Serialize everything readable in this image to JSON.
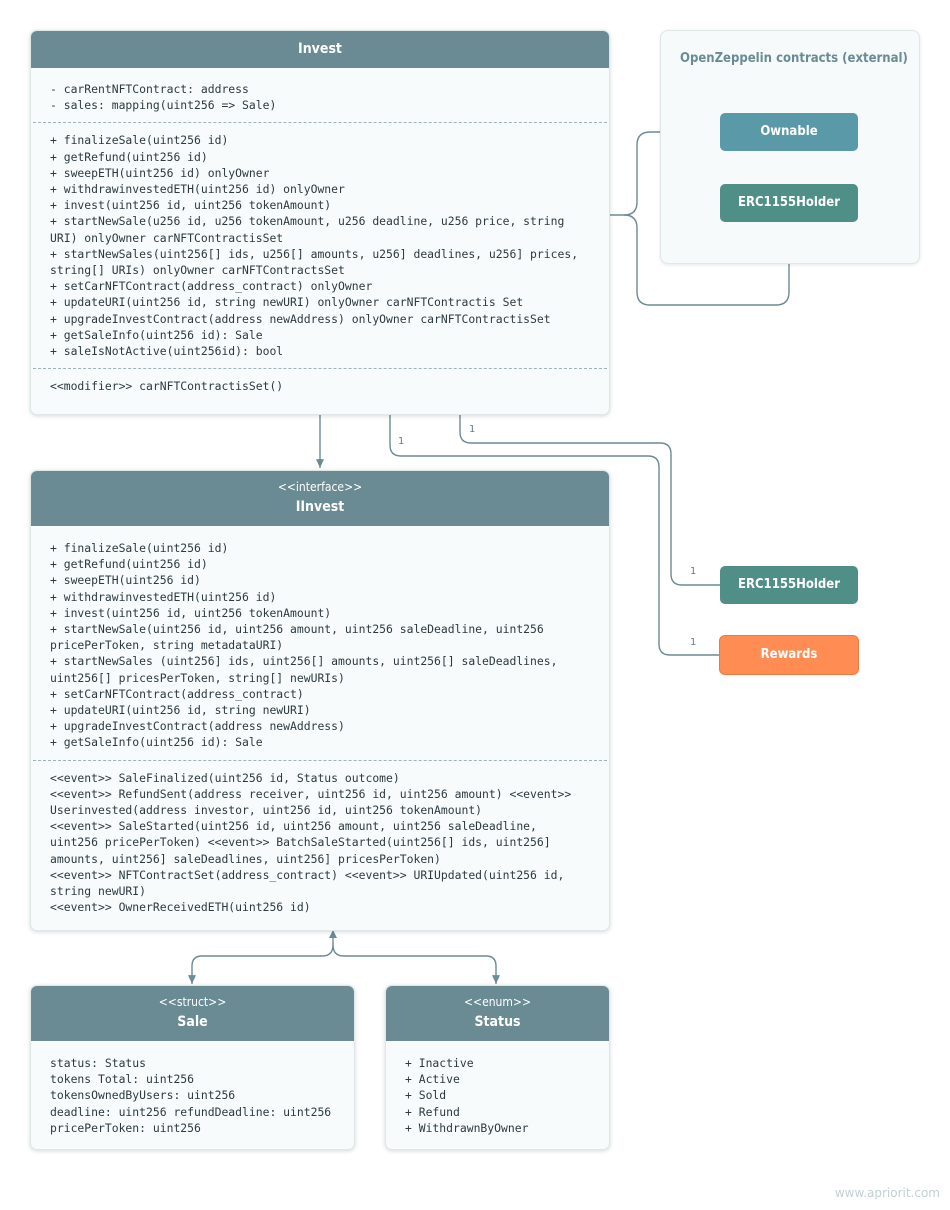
{
  "invest": {
    "name": "Invest",
    "attributes": [
      "- carRentNFTContract: address",
      "- sales: mapping(uint256 => Sale)"
    ],
    "methods": [
      "+ finalizeSale(uint256 id)",
      "+ getRefund(uint256 id)",
      "+ sweepETH(uint256 id) onlyOwner",
      "+ withdrawinvestedETH(uint256 id) onlyOwner",
      "+ invest(uint256 id, uint256 tokenAmount)",
      "+ startNewSale(u256 id, u256 tokenAmount, u256 deadline, u256 price, string",
      "URI) onlyOwner carNFTContractisSet",
      "+ startNewSales(uint256[] ids, u256[] amounts, u256] deadlines, u256] prices,",
      "string[] URIs) onlyOwner carNFTContractsSet",
      "+ setCarNFTContract(address_contract) onlyOwner",
      "+ updateURI(uint256 id, string newURI) onlyOwner carNFTContractis Set",
      "+ upgradeInvestContract(address newAddress) onlyOwner carNFTContractisSet",
      "+ getSaleInfo(uint256 id): Sale",
      "+ saleIsNotActive(uint256id): bool"
    ],
    "modifiers": [
      "<<modifier>> carNFTContractisSet()"
    ]
  },
  "iinvest": {
    "stereotype": "<<interface>>",
    "name": "IInvest",
    "methods": [
      "+ finalizeSale(uint256 id)",
      "+ getRefund(uint256 id)",
      "+ sweepETH(uint256 id)",
      "+ withdrawinvestedETH(uint256 id)",
      "+ invest(uint256 id, uint256 tokenAmount)",
      "+ startNewSale(uint256 id, uint256 amount, uint256 saleDeadline, uint256",
      "pricePerToken, string metadataURI)",
      "+ startNewSales (uint256] ids, uint256[] amounts, uint256[] saleDeadlines,",
      "uint256[] pricesPerToken, string[] newURIs)",
      "+ setCarNFTContract(address_contract)",
      "+ updateURI(uint256 id, string newURI)",
      "+ upgradeInvestContract(address newAddress)",
      "+ getSaleInfo(uint256 id): Sale"
    ],
    "events": [
      "<<event>> SaleFinalized(uint256 id, Status outcome)",
      "<<event>> RefundSent(address receiver, uint256 id, uint256 amount) <<event>>",
      "Userinvested(address investor, uint256 id, uint256 tokenAmount)",
      "<<event>> SaleStarted(uint256 id, uint256 amount, uint256 saleDeadline,",
      "uint256 pricePerToken) <<event>> BatchSaleStarted(uint256[] ids, uint256]",
      "amounts, uint256] saleDeadlines, uint256] pricesPerToken)",
      "<<event>> NFTContractSet(address_contract) <<event>> URIUpdated(uint256 id,",
      "string newURI)",
      "<<event>> OwnerReceivedETH(uint256 id)"
    ]
  },
  "sale": {
    "stereotype": "<<struct>>",
    "name": "Sale",
    "fields": [
      "status: Status",
      "tokens Total: uint256",
      "tokensOwnedByUsers: uint256",
      "deadline: uint256 refundDeadline: uint256",
      "pricePerToken: uint256"
    ]
  },
  "status": {
    "stereotype": "<<enum>>",
    "name": "Status",
    "values": [
      "+ Inactive",
      "+ Active",
      "+ Sold",
      "+ Refund",
      "+ WithdrawnByOwner"
    ]
  },
  "external": {
    "title": "OpenZeppelin contracts (external)",
    "ownable": "Ownable",
    "erc1155holder": "ERC1155Holder"
  },
  "deps": {
    "erc1155holder": "ERC1155Holder",
    "rewards": "Rewards",
    "mult_a": "1",
    "mult_b": "1",
    "mult_c": "1",
    "mult_d": "1"
  },
  "watermark": "www.apriorit.com",
  "colors": {
    "header": "#6a8b93",
    "ownable": "#5a9aa8",
    "erc1155holder": "#4f8f87",
    "rewards": "#ff8c52",
    "connector": "#6a8b93"
  }
}
